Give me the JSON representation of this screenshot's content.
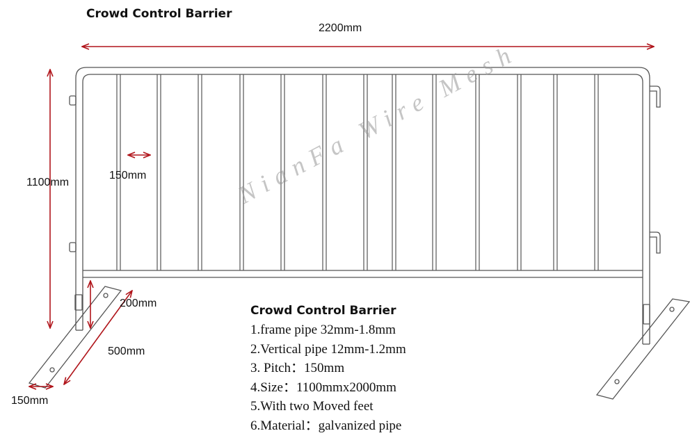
{
  "title": "Crowd Control Barrier",
  "watermark": "NianFa Wire Mesh",
  "dimensions": {
    "overall_width": "2200mm",
    "overall_height": "1100mm",
    "pitch": "150mm",
    "leg_height": "200mm",
    "foot_length": "500mm",
    "foot_width": "150mm"
  },
  "spec": {
    "title": "Crowd Control Barrier",
    "items": [
      "1.frame pipe 32mm-1.8mm",
      "2.Vertical  pipe 12mm-1.2mm",
      "3. Pitch：150mm",
      "4.Size：1100mmx2000mm",
      "5.With two Moved feet",
      "6.Material：galvanized pipe"
    ]
  },
  "colors": {
    "dimension_arrow": "#b0141a",
    "frame_line": "#555555"
  }
}
